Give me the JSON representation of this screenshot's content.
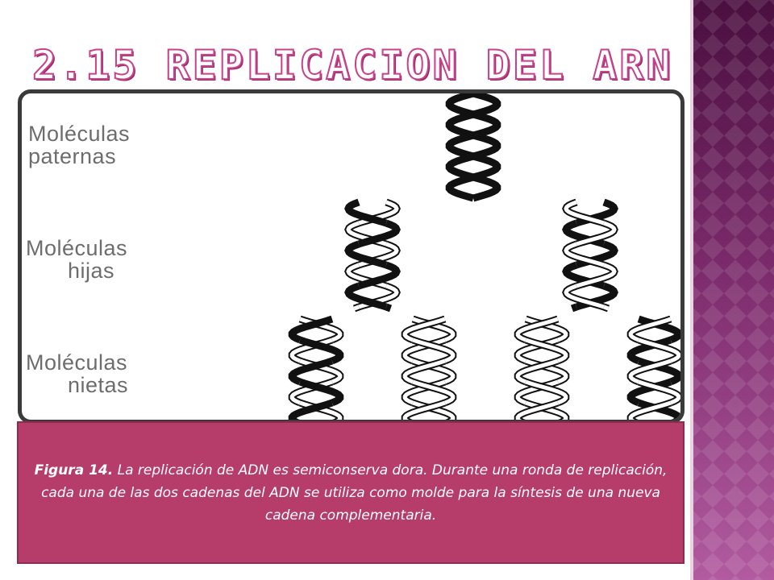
{
  "slide": {
    "title": "2.15 REPLICACION DEL ARN"
  },
  "figure": {
    "rows": [
      {
        "label_line1": "Moléculas",
        "label_line2": "paternas"
      },
      {
        "label_line1": "Moléculas",
        "label_line2": "hijas"
      },
      {
        "label_line1": "Moléculas",
        "label_line2": "nietas"
      }
    ],
    "strand_colors": {
      "parental": "#111111",
      "new": "#ffffff",
      "outline": "#111111"
    }
  },
  "caption": {
    "label": "Figura 14.",
    "text": " La replicación de ADN es semiconserva dora. Durante una ronda de replicación, cada una de las dos cadenas del ADN se utiliza como molde para la síntesis de una nueva cadena complementaria."
  },
  "theme": {
    "title_outline": "#c8418a",
    "caption_bg": "#b63c6a",
    "strip_color": "#6a1f5c"
  }
}
